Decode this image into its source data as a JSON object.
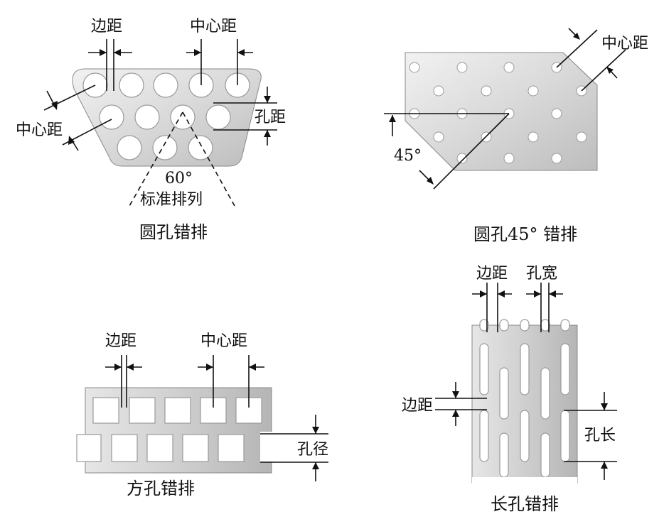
{
  "panels": {
    "round_staggered": {
      "caption": "圆孔错排",
      "edge_distance": "边距",
      "center_distance_top": "中心距",
      "center_distance_left": "中心距",
      "hole_distance": "孔距",
      "angle": "60°",
      "standard_layout": "标准排列"
    },
    "round_45": {
      "caption": "圆孔45° 错排",
      "center_distance": "中心距",
      "angle": "45°"
    },
    "square_staggered": {
      "caption": "方孔错排",
      "edge_distance": "边距",
      "center_distance": "中心距",
      "hole_diameter": "孔径"
    },
    "slot_staggered": {
      "caption": "长孔错排",
      "edge_distance_top": "边距",
      "hole_width": "孔宽",
      "edge_distance_left": "边距",
      "hole_length": "孔长"
    }
  }
}
